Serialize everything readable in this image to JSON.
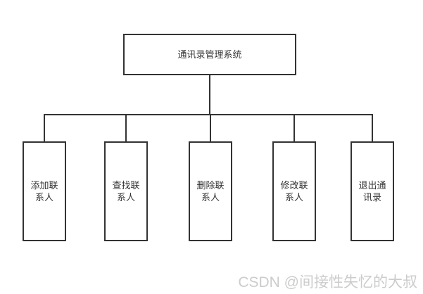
{
  "diagram": {
    "root_label": "通讯录管理系统",
    "children": [
      {
        "label": "添加联系人"
      },
      {
        "label": "查找联系人"
      },
      {
        "label": "删除联系人"
      },
      {
        "label": "修改联系人"
      },
      {
        "label": "退出通讯录"
      }
    ]
  },
  "watermark": "CSDN @间接性失忆的大叔",
  "colors": {
    "line": "#333333",
    "node_border": "#333333",
    "node_text": "#333333",
    "watermark_text": "#cccccc",
    "background": "#ffffff"
  }
}
